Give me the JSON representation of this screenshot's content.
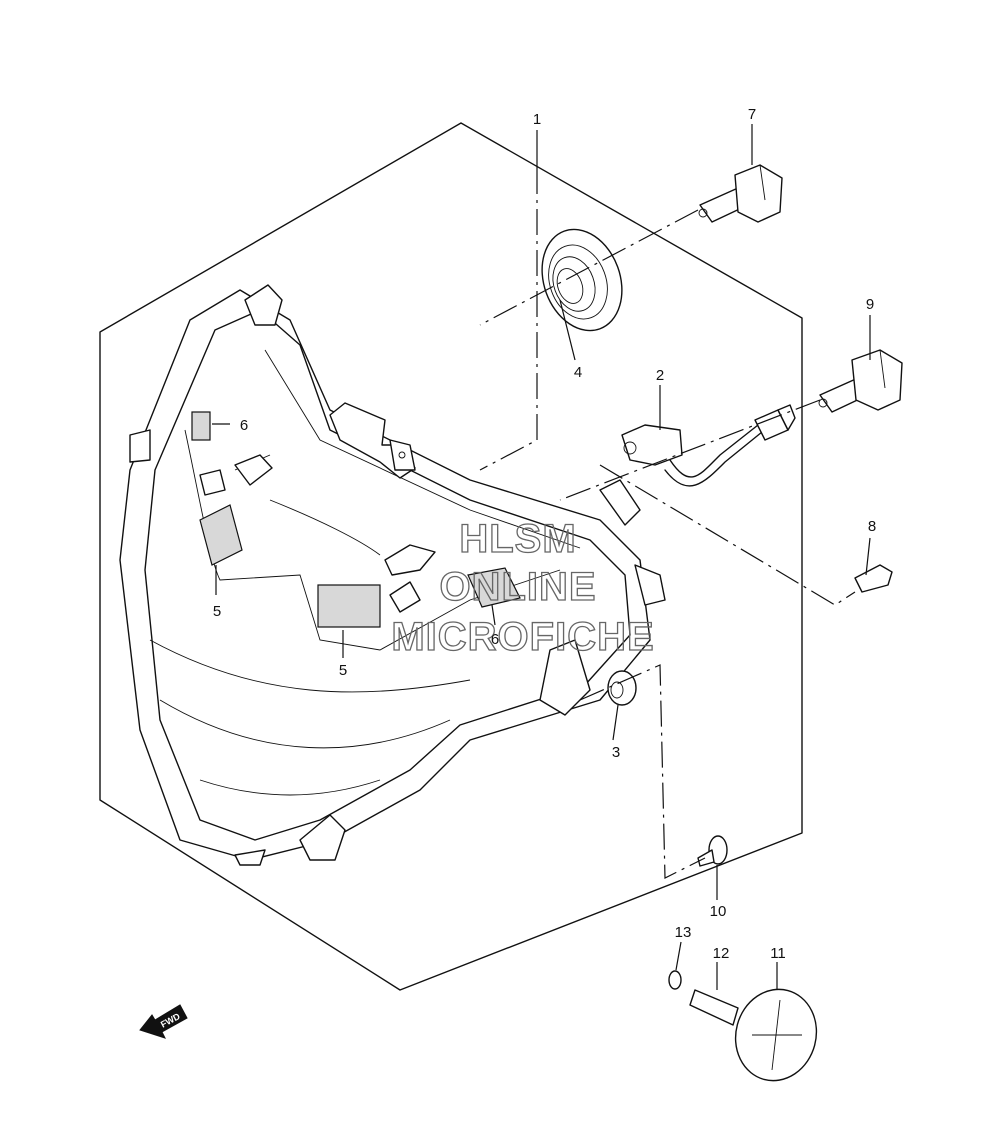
{
  "callouts": {
    "c1": "1",
    "c2": "2",
    "c3": "3",
    "c4": "4",
    "c5a": "5",
    "c5b": "5",
    "c6a": "6",
    "c6b": "6",
    "c7": "7",
    "c8": "8",
    "c9": "9",
    "c10": "10",
    "c11": "11",
    "c12": "12",
    "c13": "13"
  },
  "watermark": {
    "line1": "HLSM",
    "line2": "ONLINE",
    "line3": "MICROFICHE"
  },
  "fwd_label": "FWD"
}
